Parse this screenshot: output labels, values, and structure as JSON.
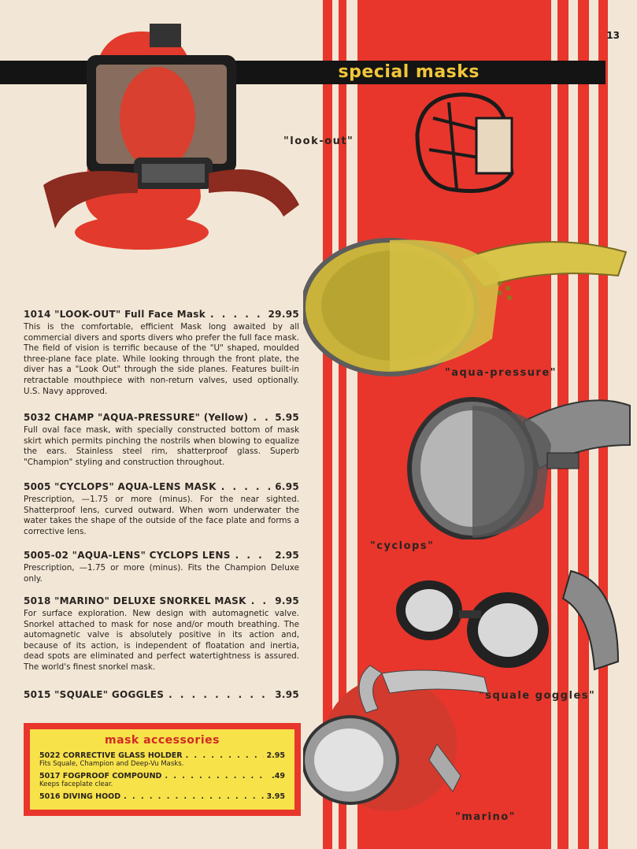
{
  "page": {
    "number": "13",
    "header_title": "special masks"
  },
  "captions": {
    "look_out": "\"look-out\"",
    "aqua_pressure": "\"aqua-pressure\"",
    "cyclops": "\"cyclops\"",
    "squale": "\"squale goggles\"",
    "marino": "\"marino\""
  },
  "items": [
    {
      "code": "1014",
      "name": "\"LOOK-OUT\" Full Face Mask",
      "price": "29.95",
      "description": "This is the comfortable, efficient Mask long awaited by all commercial divers and sports divers who prefer the full face mask. The field of vision is terrific because of the \"U\" shaped, moulded three-plane face plate. While looking through the front plate, the diver has a \"Look Out\" through the side planes. Features built-in retractable mouthpiece with non-return valves, used optionally. U.S. Navy approved."
    },
    {
      "code": "5032",
      "name": "CHAMP \"AQUA-PRESSURE\" (Yellow)",
      "price": "5.95",
      "description": "Full oval face mask, with specially constructed bottom of mask skirt which permits pinching the nostrils when blowing to equalize the ears. Stainless steel rim, shatterproof glass. Superb \"Champion\" styling and construction throughout."
    },
    {
      "code": "5005",
      "name": "\"CYCLOPS\" AQUA-LENS MASK",
      "price": "6.95",
      "description": "Prescription, —1.75 or more (minus). For the near sighted. Shatterproof lens, curved outward. When worn underwater the water takes the shape of the outside of the face plate and forms a corrective lens."
    },
    {
      "code": "5005-02",
      "name": "\"AQUA-LENS\" CYCLOPS LENS",
      "price": "2.95",
      "description": "Prescription, —1.75 or more (minus). Fits the Champion Deluxe only."
    },
    {
      "code": "5018",
      "name": "\"MARINO\" DELUXE SNORKEL MASK",
      "price": "9.95",
      "description": "For surface exploration. New design with automagnetic valve. Snorkel attached to mask for nose and/or mouth breathing. The automagnetic valve is absolutely positive in its action and, because of its action, is independent of floatation and inertia, dead spots are eliminated and perfect watertightness is assured. The world's finest snorkel mask."
    },
    {
      "code": "5015",
      "name": "\"SQUALE\" GOGGLES",
      "price": "3.95",
      "description": ""
    }
  ],
  "accessories": {
    "title": "mask accessories",
    "items": [
      {
        "code": "5022",
        "name": "CORRECTIVE GLASS HOLDER",
        "price": "2.95",
        "description": "Fits Squale, Champion and Deep-Vu Masks."
      },
      {
        "code": "5017",
        "name": "FOGPROOF COMPOUND",
        "price": ".49",
        "description": "Keeps faceplate clear."
      },
      {
        "code": "5016",
        "name": "DIVING HOOD",
        "price": "3.95",
        "description": ""
      }
    ]
  },
  "colors": {
    "red": "#e8362c",
    "paper": "#f2e7d6",
    "yellow": "#f7e24a",
    "header_text": "#f2c63a"
  }
}
